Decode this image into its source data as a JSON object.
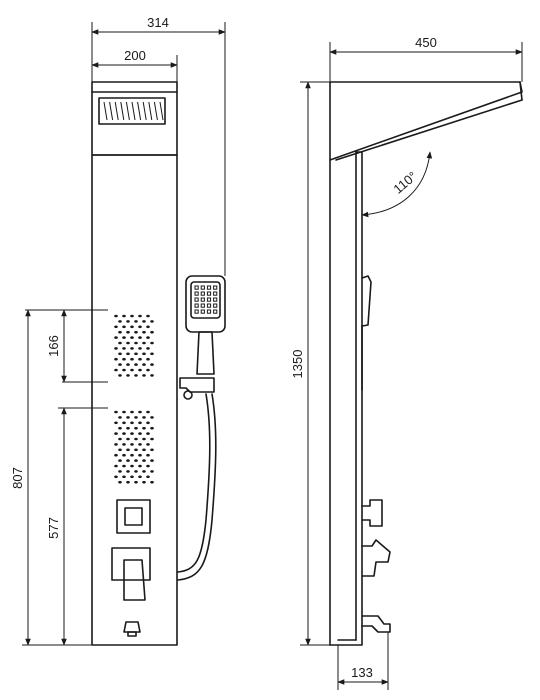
{
  "dimensions": {
    "front_total_width": "314",
    "head_width": "200",
    "upper_jets_height": "166",
    "side_total_height": "807",
    "lower_jets_height": "577",
    "side_total_width": "450",
    "panel_height": "1350",
    "panel_depth": "133",
    "head_angle": "110°"
  }
}
